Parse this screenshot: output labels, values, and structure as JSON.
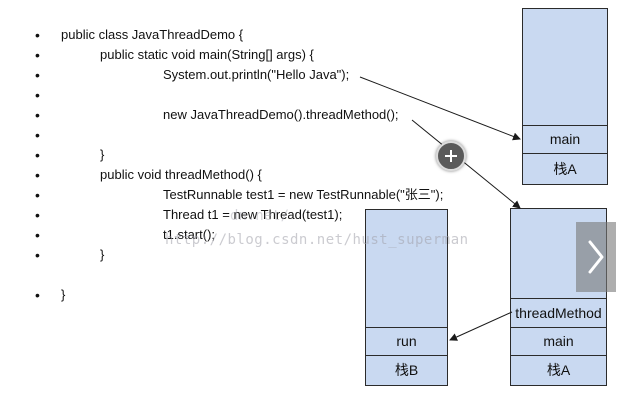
{
  "code_lines": [
    "public class JavaThreadDemo {",
    "public static void main(String[] args) {",
    "System.out.println(\"Hello Java\");",
    "",
    "new JavaThreadDemo().threadMethod();",
    "",
    "}",
    "public void threadMethod() {",
    "TestRunnable test1 = new TestRunnable(\"张三\");",
    "Thread t1 = new Thread(test1);",
    "t1.start();",
    "}",
    "",
    "}"
  ],
  "bullet_char": "•",
  "stacks": {
    "stack_a_top": {
      "cells": [
        "main"
      ],
      "caption": "栈A"
    },
    "stack_a_bottom": {
      "cells": [
        "threadMethod",
        "main"
      ],
      "caption": "栈A"
    },
    "stack_b": {
      "cells": [
        "run"
      ],
      "caption": "栈B"
    }
  },
  "watermark": "http://blog.csdn.net/hust_superman",
  "watermark_partial": "dn.net/",
  "controls": {
    "zoom_icon": "plus-icon",
    "next_icon": "chevron-right-icon"
  }
}
